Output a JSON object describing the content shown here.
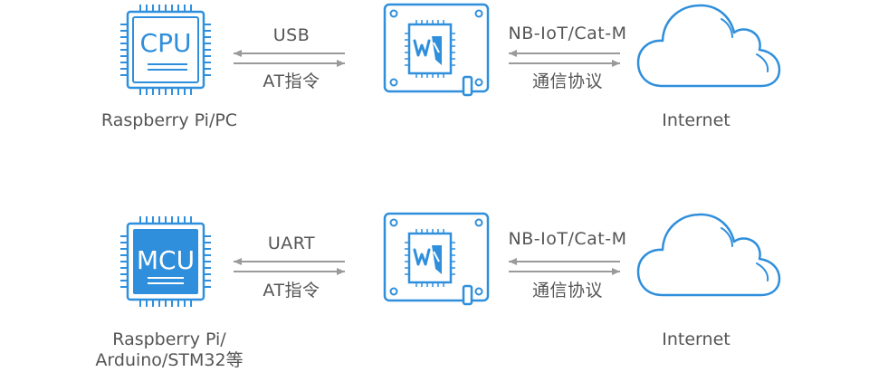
{
  "colors": {
    "accent": "#2f8fdc",
    "arrow": "#9a9a9a",
    "text": "#555555"
  },
  "rows": [
    {
      "host": {
        "chip_label": "CPU",
        "caption_lines": [
          "Raspberry Pi/PC"
        ],
        "icon": "cpu-chip-outline-icon"
      },
      "left_link": {
        "top": "USB",
        "bottom": "AT指令"
      },
      "module": {
        "icon": "waveshare-module-icon"
      },
      "right_link": {
        "top": "NB-IoT/Cat-M",
        "bottom": "通信协议"
      },
      "cloud": {
        "caption": "Internet",
        "icon": "cloud-icon"
      }
    },
    {
      "host": {
        "chip_label": "MCU",
        "caption_lines": [
          "Raspberry Pi/",
          "Arduino/STM32等"
        ],
        "icon": "mcu-chip-filled-icon"
      },
      "left_link": {
        "top": "UART",
        "bottom": "AT指令"
      },
      "module": {
        "icon": "waveshare-module-icon"
      },
      "right_link": {
        "top": "NB-IoT/Cat-M",
        "bottom": "通信协议"
      },
      "cloud": {
        "caption": "Internet",
        "icon": "cloud-icon"
      }
    }
  ]
}
